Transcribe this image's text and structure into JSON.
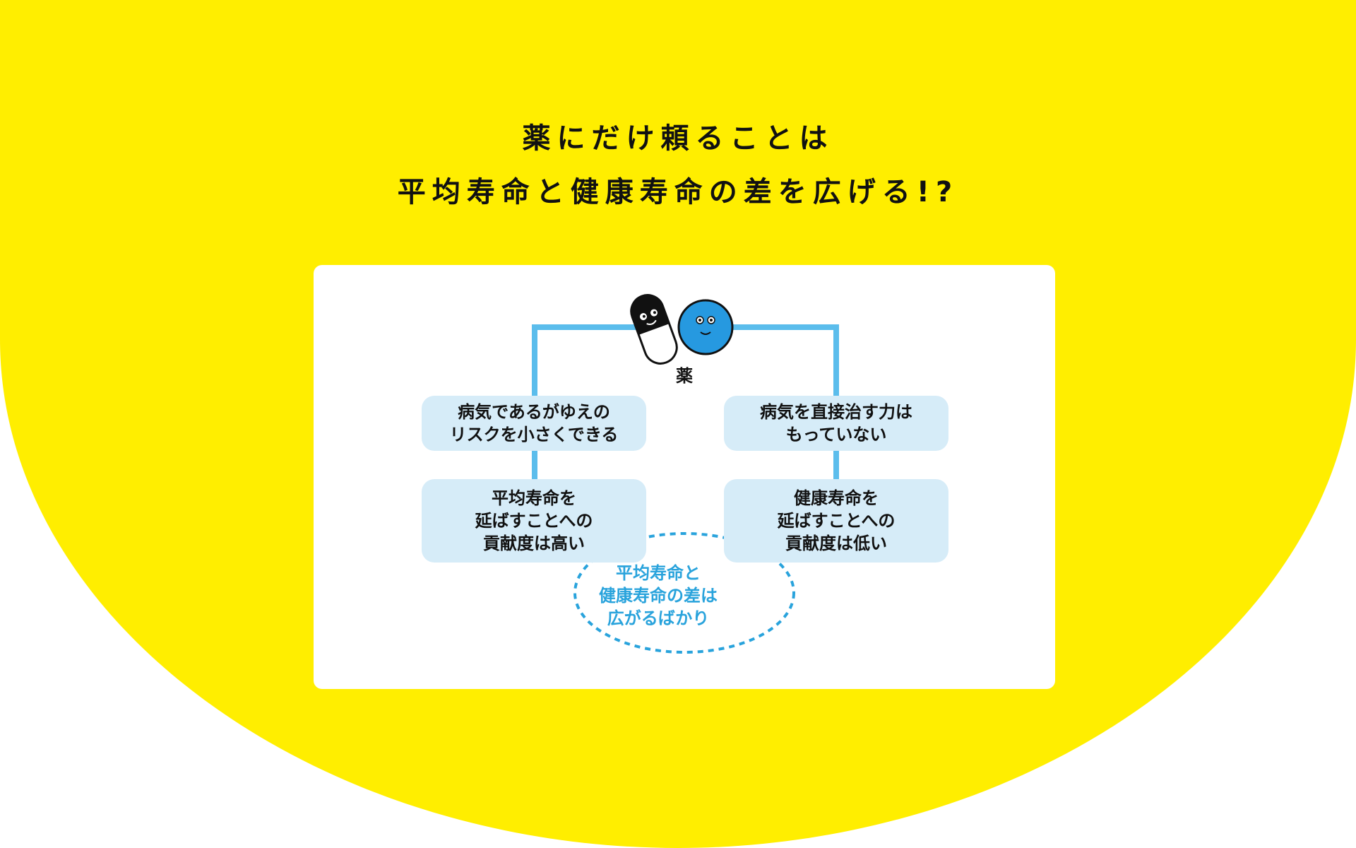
{
  "headline": {
    "line1": "薬にだけ頼ることは",
    "line2": "平均寿命と健康寿命の差を広げる!?"
  },
  "colors": {
    "background_yellow": "#ffee00",
    "card_white": "#ffffff",
    "connector_blue": "#5bbdec",
    "box_fill": "#d6ecf8",
    "accent_blue": "#29a3dc",
    "text_dark": "#111111"
  },
  "diagram": {
    "drug_label": "薬",
    "left_branch": {
      "top_box": [
        "病気であるがゆえの",
        "リスクを小さくできる"
      ],
      "bottom_box": [
        "平均寿命を",
        "延ばすことへの",
        "貢献度は高い"
      ]
    },
    "right_branch": {
      "top_box": [
        "病気を直接治す力は",
        "もっていない"
      ],
      "bottom_box": [
        "健康寿命を",
        "延ばすことへの",
        "貢献度は低い"
      ]
    },
    "result": [
      "平均寿命と",
      "健康寿命の差は",
      "広がるばかり"
    ],
    "icons": [
      "capsule-character-icon",
      "round-pill-character-icon"
    ]
  }
}
